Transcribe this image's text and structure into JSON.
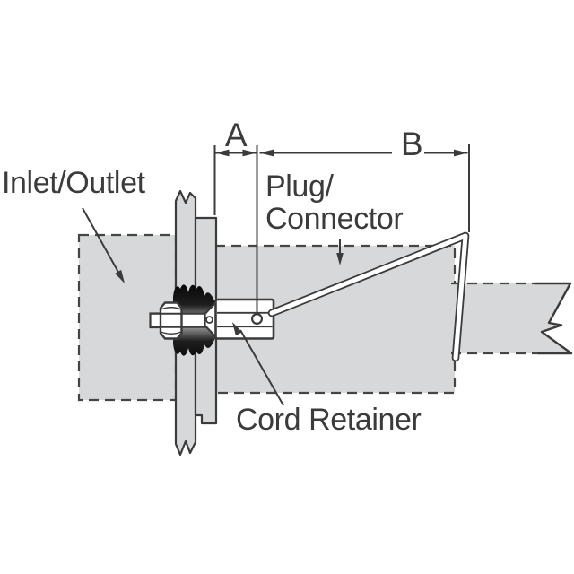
{
  "diagram": {
    "labels": {
      "dim_a": "A",
      "dim_b": "B",
      "inlet_outlet": "Inlet/Outlet",
      "plug_connector_line1": "Plug/",
      "plug_connector_line2": "Connector",
      "cord_retainer": "Cord Retainer"
    },
    "colors": {
      "background": "#ffffff",
      "panel_gray": "#d7d8d9",
      "outline_dark": "#3b3b3b",
      "grommet_black": "#0a0a0a",
      "hardware_white": "#ffffff",
      "text": "#3b3b3b"
    }
  }
}
